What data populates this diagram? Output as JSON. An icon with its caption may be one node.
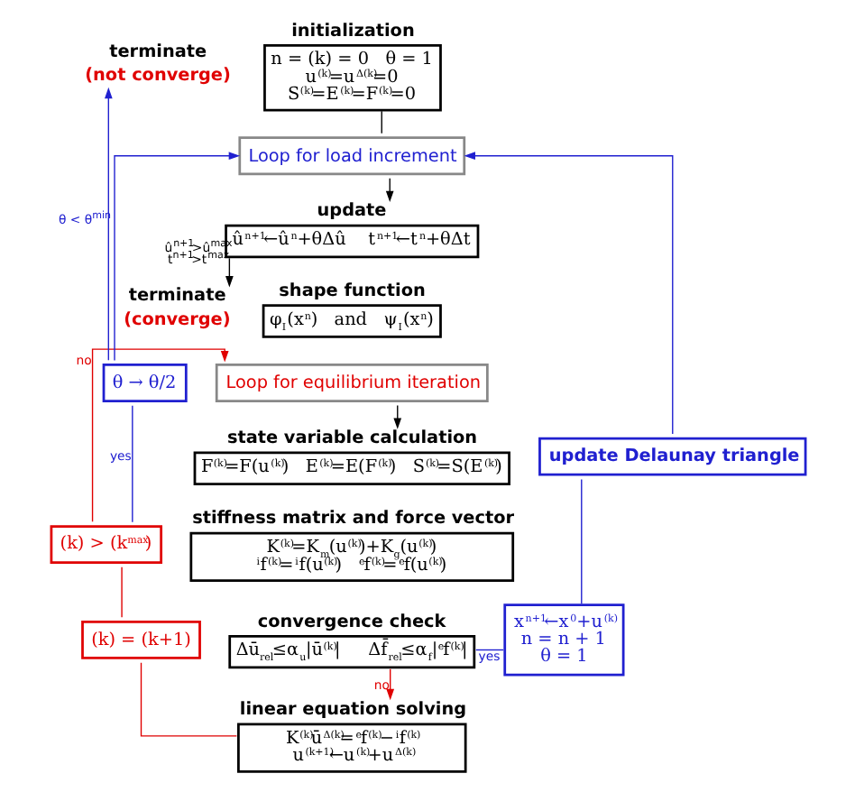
{
  "diagram": {
    "nodes": [
      {
        "text": [
          "initialization",
          "n = (k) = 0   θ = 1",
          "u$^{(k)}$=u$^{Δ(k)}$=0",
          "S$^{(k)}$=E$^{(k)}$=F$^{(k)}$=0"
        ]
      },
      {
        "text": [
          "Loop for load increment"
        ]
      },
      {
        "text": [
          "update",
          "û$^{n+1}$←û$^{n}$+θΔû    t$^{n+1}$←t$^{n}$+θΔt"
        ]
      },
      {
        "text": [
          "terminate",
          "(converge)"
        ]
      },
      {
        "text": [
          "shape function",
          "φ$_{I}$(x$^{n}$)   and   ψ$_{I}$(x$^{n}$)"
        ]
      },
      {
        "text": [
          "Loop for equilibrium iteration"
        ]
      },
      {
        "text": [
          "state variable calculation",
          "F$^{(k)}$=F(u$^{(k)}$)   E$^{(k)}$=E(F$^{(k)}$)   S$^{(k)}$=S(E$^{(k)}$)"
        ]
      },
      {
        "text": [
          "stiffness matrix and force vector",
          "K$^{(k)}$=K$_{m}$(u$^{(k)}$)+K$_{g}$(u$^{(k)}$)",
          "$^{i}$f$^{(k)}$=$^{i}$f(u$^{(k)}$)   $^{e}$f$^{(k)}$=$^{e}$f(u$^{(k)}$)"
        ]
      },
      {
        "text": [
          "convergence check",
          "Δū$_{rel}$≤α$_{u}$|ū$^{(k)}$|     Δf̄$_{rel}$≤α$_{f}$|$^{e}$f$^{(k)}$|"
        ]
      },
      {
        "text": [
          "linear equation solving",
          "K$^{(k)}$ū$^{Δ(k)}$=$^{e}$f$^{(k)}$−$^{i}$f$^{(k)}$",
          "u$^{(k+1)}$←u$^{(k)}$+u$^{Δ(k)}$"
        ]
      },
      {
        "text": [
          "(k) = (k+1)"
        ]
      },
      {
        "text": [
          "(k) > (k$^{max}$)"
        ]
      },
      {
        "text": [
          "θ → θ/2"
        ]
      },
      {
        "text": [
          "terminate",
          "(not converge)"
        ]
      },
      {
        "text": [
          "update Delaunay triangle"
        ]
      },
      {
        "text": [
          "x$^{n+1}$←x$^{0}$+u$^{(k)}$",
          "n = n + 1",
          "θ = 1"
        ]
      }
    ],
    "edges": [
      {
        "from": 0,
        "to": 1,
        "arrow": "none",
        "color": "#000000"
      },
      {
        "from": 1,
        "to": 2,
        "arrow": "to",
        "color": "#000000"
      },
      {
        "from": 2,
        "to": 3,
        "arrow": "to",
        "label": "û$^{n+1}$>û$^{max}$ t$^{n+1}$>t$^{max}$",
        "color": "#000000"
      },
      {
        "from": 5,
        "to": 6,
        "arrow": "to",
        "color": "#000000"
      },
      {
        "from": 8,
        "to": 9,
        "arrow": "to",
        "label": "no",
        "color": "#e00000"
      },
      {
        "from": 9,
        "to": 10,
        "arrow": "none",
        "color": "#e00000"
      },
      {
        "from": 10,
        "to": 11,
        "arrow": "none",
        "color": "#e00000"
      },
      {
        "from": 11,
        "to": 5,
        "arrow": "to",
        "label": "no",
        "color": "#e00000"
      },
      {
        "from": 11,
        "to": 12,
        "arrow": "none",
        "label": "yes",
        "color": "#2020d0"
      },
      {
        "from": 12,
        "to": 1,
        "arrow": "to",
        "color": "#2020d0"
      },
      {
        "from": 12,
        "to": 13,
        "arrow": "to",
        "label": "θ < θ$^{min}$",
        "color": "#2020d0"
      },
      {
        "from": 8,
        "to": 15,
        "arrow": "none",
        "label": "yes",
        "color": "#2020d0"
      },
      {
        "from": 15,
        "to": 14,
        "arrow": "none",
        "color": "#2020d0"
      },
      {
        "from": 14,
        "to": 1,
        "arrow": "to",
        "color": "#2020d0"
      }
    ]
  }
}
